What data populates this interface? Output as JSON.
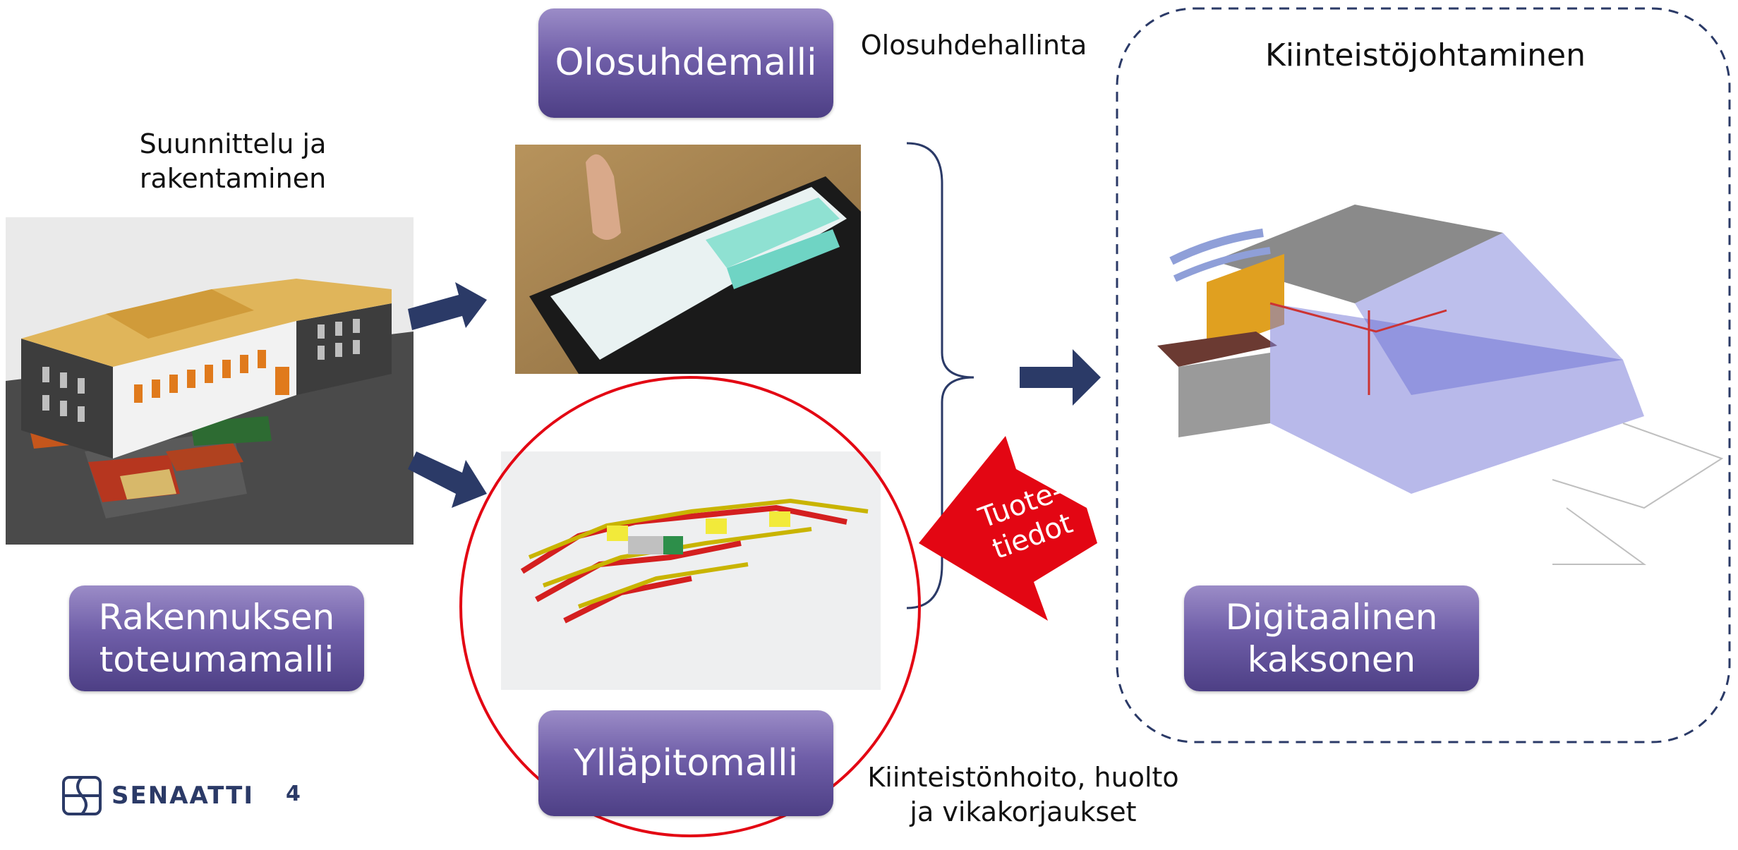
{
  "labels": {
    "design_build": "Suunnittelu ja\nrakentaminen",
    "conditions_mgmt": "Olosuhdehallinta",
    "real_estate_mgmt": "Kiinteistöjohtaminen",
    "maintenance": "Kiinteistönhoito, huolto\nja vikakorjaukset",
    "product_data": "Tuote-\ntiedot"
  },
  "boxes": {
    "conditions_model": "Olosuhdemalli",
    "as_built_model": "Rakennuksen\ntoteumamalli",
    "maintenance_model": "Ylläpitomalli",
    "digital_twin": "Digitaalinen\nkaksonen"
  },
  "footer": {
    "brand": "SENAATTI",
    "page_number": "4"
  },
  "colors": {
    "pill": "#6f5ea8",
    "navy": "#2b3a67",
    "red": "#e30613",
    "dashed_border": "#2b3a67"
  },
  "icons": {
    "brand": "senaatti-logo-icon"
  }
}
